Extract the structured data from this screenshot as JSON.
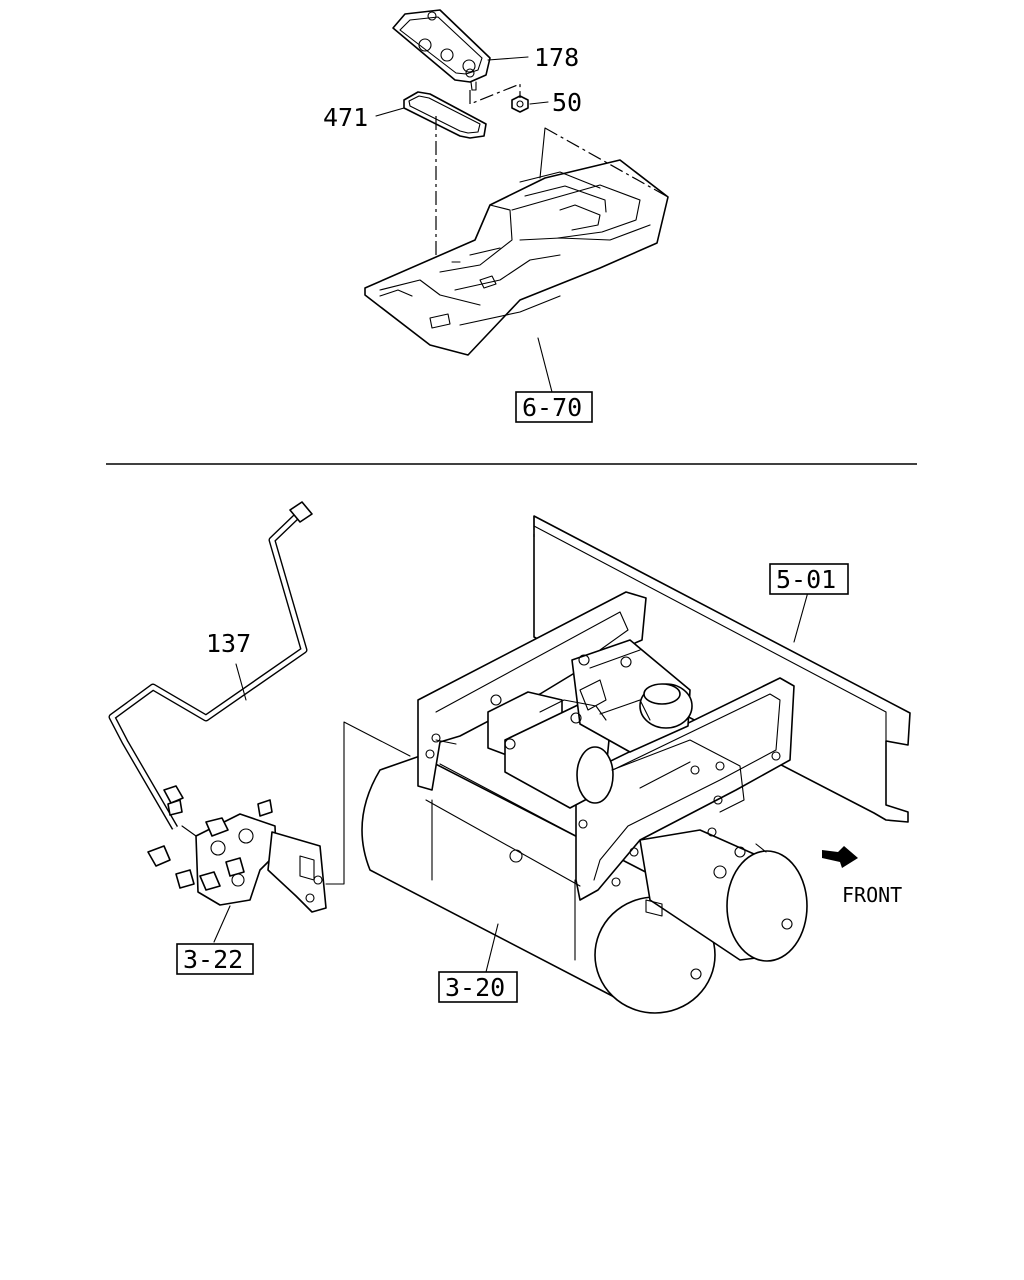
{
  "upper_assembly": {
    "callouts": {
      "part_178": "178",
      "part_471": "471",
      "part_50": "50"
    },
    "references": {
      "ref_6_70": "6-70"
    }
  },
  "lower_assembly": {
    "callouts": {
      "part_137": "137"
    },
    "references": {
      "ref_5_01": "5-01",
      "ref_3_22": "3-22",
      "ref_3_20": "3-20"
    },
    "direction_label": "FRONT"
  }
}
